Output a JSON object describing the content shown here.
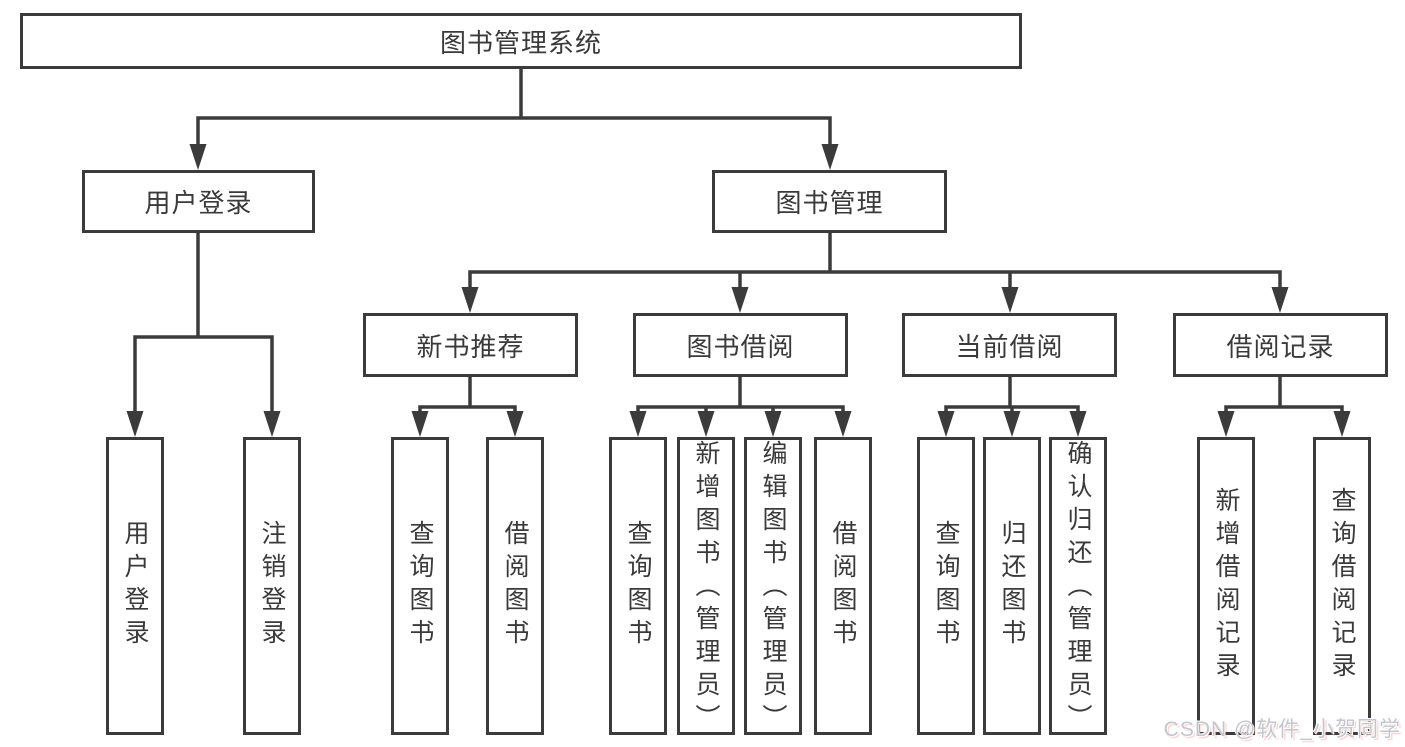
{
  "diagram_type": "hierarchy-tree",
  "tree": {
    "root": {
      "label": "图书管理系统",
      "children": [
        {
          "label": "用户登录",
          "children": [
            {
              "label": "用户登录"
            },
            {
              "label": "注销登录"
            }
          ]
        },
        {
          "label": "图书管理",
          "children": [
            {
              "label": "新书推荐",
              "children": [
                {
                  "label": "查询图书"
                },
                {
                  "label": "借阅图书"
                }
              ]
            },
            {
              "label": "图书借阅",
              "children": [
                {
                  "label": "查询图书"
                },
                {
                  "label": "新增图书（管理员）"
                },
                {
                  "label": "编辑图书（管理员）"
                },
                {
                  "label": "借阅图书"
                }
              ]
            },
            {
              "label": "当前借阅",
              "children": [
                {
                  "label": "查询图书"
                },
                {
                  "label": "归还图书"
                },
                {
                  "label": "确认归还（管理员）"
                }
              ]
            },
            {
              "label": "借阅记录",
              "children": [
                {
                  "label": "新增借阅记录"
                },
                {
                  "label": "查询借阅记录"
                }
              ]
            }
          ]
        }
      ]
    }
  },
  "watermark": {
    "text": "CSDN @软件_小贺同学"
  },
  "colors": {
    "line": "#3b3b3b",
    "text": "#3a3a3a",
    "box_background": "#ffffff",
    "page_background": "#ffffff",
    "watermark": "#c3c6cc"
  }
}
